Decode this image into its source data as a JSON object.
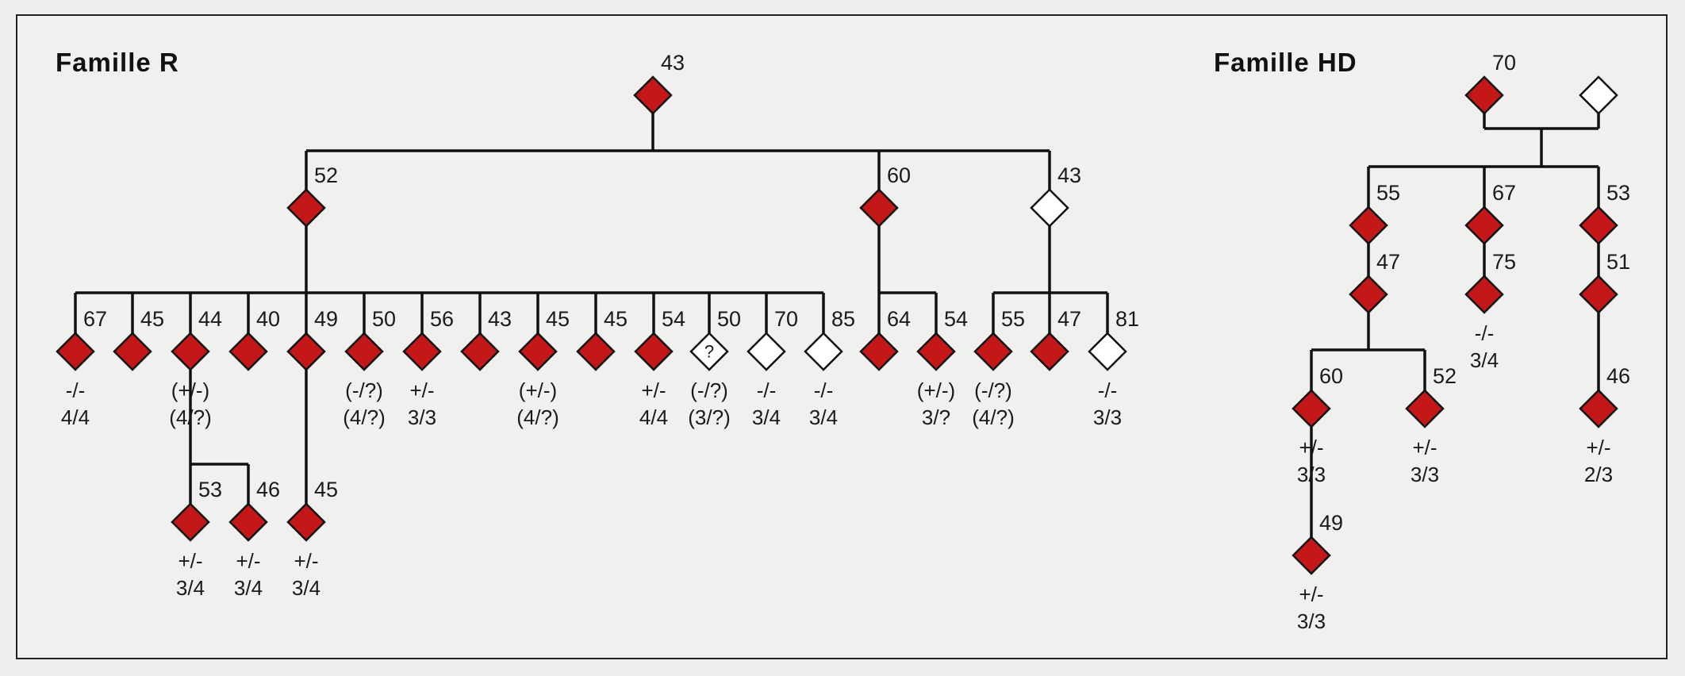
{
  "families": [
    {
      "id": "R",
      "title": "Famille R",
      "individuals": [
        {
          "id": "r-root",
          "age": "43",
          "status": "affected",
          "geno": []
        },
        {
          "id": "r-52",
          "age": "52",
          "status": "affected",
          "geno": []
        },
        {
          "id": "r-60",
          "age": "60",
          "status": "affected",
          "geno": []
        },
        {
          "id": "r-43b",
          "age": "43",
          "status": "unaffected",
          "geno": []
        },
        {
          "id": "r-67",
          "age": "67",
          "status": "affected",
          "geno": [
            "-/-",
            "4/4"
          ]
        },
        {
          "id": "r-45a",
          "age": "45",
          "status": "affected",
          "geno": []
        },
        {
          "id": "r-44",
          "age": "44",
          "status": "affected",
          "geno": [
            "(+/-)",
            "(4/?)"
          ]
        },
        {
          "id": "r-40",
          "age": "40",
          "status": "affected",
          "geno": []
        },
        {
          "id": "r-49",
          "age": "49",
          "status": "affected",
          "geno": []
        },
        {
          "id": "r-50a",
          "age": "50",
          "status": "affected",
          "geno": [
            "(-/?)",
            "(4/?)"
          ]
        },
        {
          "id": "r-56",
          "age": "56",
          "status": "affected",
          "geno": [
            "+/-",
            "3/3"
          ]
        },
        {
          "id": "r-43c",
          "age": "43",
          "status": "affected",
          "geno": []
        },
        {
          "id": "r-45b",
          "age": "45",
          "status": "affected",
          "geno": [
            "(+/-)",
            "(4/?)"
          ]
        },
        {
          "id": "r-45c",
          "age": "45",
          "status": "affected",
          "geno": []
        },
        {
          "id": "r-54a",
          "age": "54",
          "status": "affected",
          "geno": [
            "+/-",
            "4/4"
          ]
        },
        {
          "id": "r-50b",
          "age": "50",
          "status": "unknown",
          "geno": [
            "(-/?)",
            "(3/?)"
          ]
        },
        {
          "id": "r-70",
          "age": "70",
          "status": "unaffected",
          "geno": [
            "-/-",
            "3/4"
          ]
        },
        {
          "id": "r-85",
          "age": "85",
          "status": "unaffected",
          "geno": [
            "-/-",
            "3/4"
          ]
        },
        {
          "id": "r-64",
          "age": "64",
          "status": "affected",
          "geno": []
        },
        {
          "id": "r-54b",
          "age": "54",
          "status": "affected",
          "geno": [
            "(+/-)",
            "3/?"
          ]
        },
        {
          "id": "r-55",
          "age": "55",
          "status": "affected",
          "geno": [
            "(-/?)",
            "(4/?)"
          ]
        },
        {
          "id": "r-47",
          "age": "47",
          "status": "affected",
          "geno": []
        },
        {
          "id": "r-81",
          "age": "81",
          "status": "unaffected",
          "geno": [
            "-/-",
            "3/3"
          ]
        },
        {
          "id": "r-53",
          "age": "53",
          "status": "affected",
          "geno": [
            "+/-",
            "3/4"
          ]
        },
        {
          "id": "r-46",
          "age": "46",
          "status": "affected",
          "geno": [
            "+/-",
            "3/4"
          ]
        },
        {
          "id": "r-45d",
          "age": "45",
          "status": "affected",
          "geno": [
            "+/-",
            "3/4"
          ]
        }
      ]
    },
    {
      "id": "HD",
      "title": "Famille HD",
      "individuals": [
        {
          "id": "h-70",
          "age": "70",
          "status": "affected",
          "geno": []
        },
        {
          "id": "h-spouse",
          "age": "",
          "status": "unaffected",
          "geno": []
        },
        {
          "id": "h-55",
          "age": "55",
          "status": "affected",
          "geno": []
        },
        {
          "id": "h-67",
          "age": "67",
          "status": "affected",
          "geno": []
        },
        {
          "id": "h-53",
          "age": "53",
          "status": "affected",
          "geno": []
        },
        {
          "id": "h-47",
          "age": "47",
          "status": "affected",
          "geno": []
        },
        {
          "id": "h-75",
          "age": "75",
          "status": "affected",
          "geno": [
            "-/-",
            "3/4"
          ]
        },
        {
          "id": "h-51",
          "age": "51",
          "status": "affected",
          "geno": []
        },
        {
          "id": "h-60",
          "age": "60",
          "status": "affected",
          "geno": [
            "+/-",
            "3/3"
          ]
        },
        {
          "id": "h-52",
          "age": "52",
          "status": "affected",
          "geno": [
            "+/-",
            "3/3"
          ]
        },
        {
          "id": "h-46",
          "age": "46",
          "status": "affected",
          "geno": [
            "+/-",
            "2/3"
          ]
        },
        {
          "id": "h-49",
          "age": "49",
          "status": "affected",
          "geno": [
            "+/-",
            "3/3"
          ]
        }
      ]
    }
  ],
  "unknown_symbol": "?",
  "colors": {
    "affected": "#c41717",
    "unaffected": "#ffffff",
    "unknown": "#ffffff",
    "line": "#111111"
  }
}
